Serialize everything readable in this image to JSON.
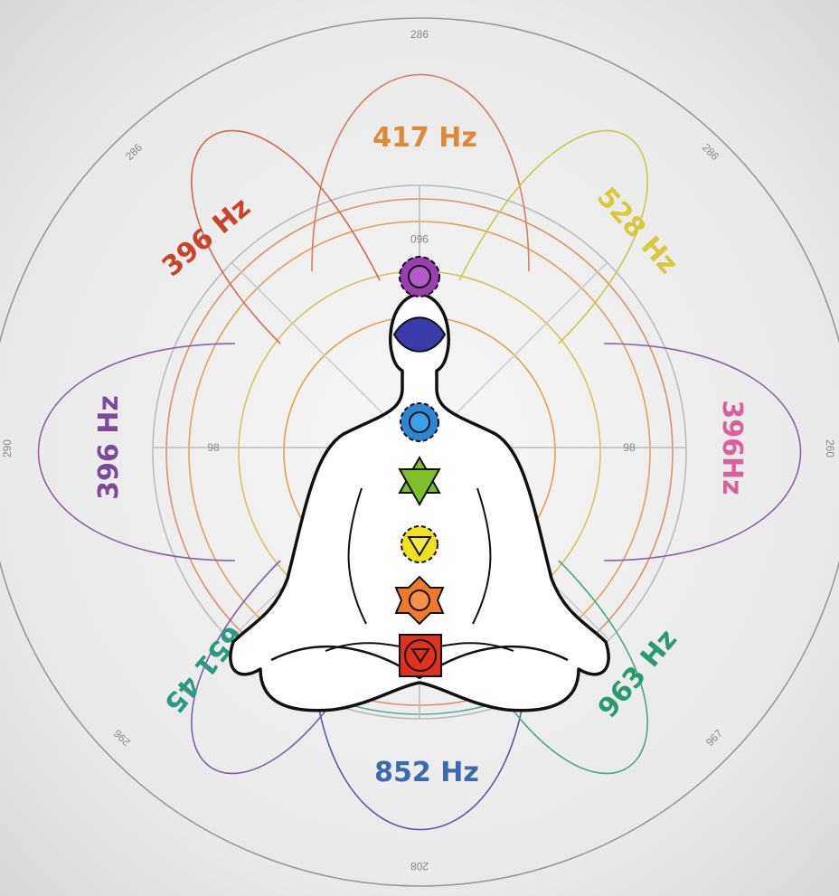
{
  "labels": {
    "top": {
      "text": "417 Hz",
      "color": "#e0873a"
    },
    "top_left": {
      "text": "396 Hz",
      "color": "#c9432a"
    },
    "top_right": {
      "text": "528 Hz",
      "color": "#d8c83c"
    },
    "left": {
      "text": "396 Hz",
      "color": "#7b4a9a"
    },
    "right": {
      "text": "396Hz",
      "color": "#d9609a"
    },
    "bottom_left": {
      "text": "651 45",
      "color": "#2a9a82"
    },
    "bottom_right": {
      "text": "963 Hz",
      "color": "#2a9a6e"
    },
    "bottom": {
      "text": "852 Hz",
      "color": "#3a6ab0"
    }
  },
  "ticks": {
    "top": "286",
    "top_left": "286",
    "top_right": "286",
    "left": "290",
    "right": "260",
    "bottom": "208",
    "bottom_left": "296",
    "bottom_right": "967",
    "inner_top": "960",
    "inner_left": "98",
    "inner_right": "98"
  },
  "chakras": [
    {
      "name": "crown",
      "color": "#9a3fb0"
    },
    {
      "name": "third-eye",
      "color": "#3a3aa8"
    },
    {
      "name": "throat",
      "color": "#2a86d0"
    },
    {
      "name": "heart",
      "color": "#7ec02a"
    },
    {
      "name": "solar-plexus",
      "color": "#f0e020"
    },
    {
      "name": "sacral",
      "color": "#f07a2a"
    },
    {
      "name": "root",
      "color": "#e0301e"
    }
  ]
}
